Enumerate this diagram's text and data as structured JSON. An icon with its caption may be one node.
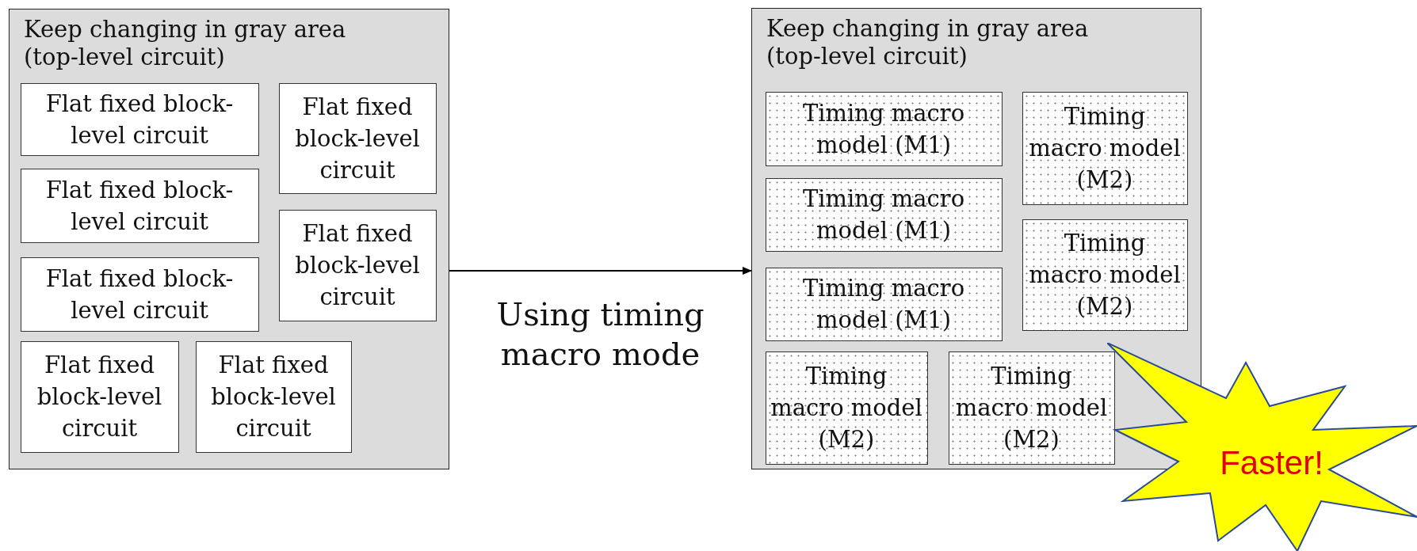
{
  "diagram": {
    "nodes": [
      {
        "text": [
          "Keep changing in gray area (top-level circuit)"
        ]
      },
      {
        "text": [
          "Flat fixed block-level circuit"
        ],
        "in": 0
      },
      {
        "text": [
          "Flat fixed block-level circuit"
        ],
        "in": 0
      },
      {
        "text": [
          "Flat fixed block-level circuit"
        ],
        "in": 0
      },
      {
        "text": [
          "Flat fixed block-level circuit"
        ],
        "in": 0
      },
      {
        "text": [
          "Flat fixed block-level circuit"
        ],
        "in": 0
      },
      {
        "text": [
          "Flat fixed block-level circuit"
        ],
        "in": 0
      },
      {
        "text": [
          "Flat fixed block-level circuit"
        ],
        "in": 0
      },
      {
        "text": [
          "Keep changing in gray area (top-level circuit)"
        ]
      },
      {
        "text": [
          "Timing macro model (M1)"
        ],
        "in": 8
      },
      {
        "text": [
          "Timing macro model (M2)"
        ],
        "in": 8
      },
      {
        "text": [
          "Timing macro model (M1)"
        ],
        "in": 8
      },
      {
        "text": [
          "Timing macro model (M2)"
        ],
        "in": 8
      },
      {
        "text": [
          "Timing macro model (M1)"
        ],
        "in": 8
      },
      {
        "text": [
          "Timing macro model (M2)"
        ],
        "in": 8
      },
      {
        "text": [
          "Timing macro model (M2)"
        ],
        "in": 8
      },
      {
        "text": [
          "Faster!"
        ]
      }
    ],
    "edges": [
      {
        "from": 0,
        "to": 8,
        "arrow": "to",
        "label": "Using timing macro mode"
      }
    ]
  }
}
